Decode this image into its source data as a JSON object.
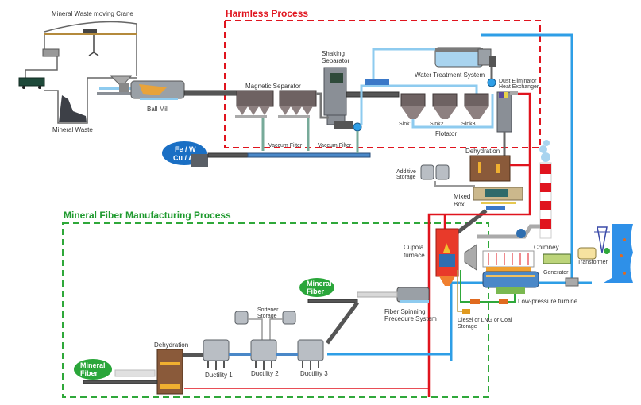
{
  "sections": {
    "harmless": {
      "title": "Harmless Process",
      "color": "#e0141e"
    },
    "mineral_fiber": {
      "title": "Mineral Fiber Manufacturing Process",
      "color": "#1e9a2e"
    }
  },
  "labels": {
    "crane": "Mineral Waste moving Crane",
    "mineral_waste": "Mineral Waste",
    "ball_mill": "Ball Mill",
    "magnetic_separator": "Magnetic Separator",
    "shaking_separator_1": "Shaking",
    "shaking_separator_2": "Separator",
    "water_treatment": "Water Treatment System",
    "dust_eliminator_1": "Dust Eliminator",
    "dust_eliminator_2": "Heat Exchanger",
    "sink1": "Sink1",
    "sink2": "Sink2",
    "sink3": "Sink3",
    "flotator": "Flotator",
    "vaccum_filter_1": "Vaccum Filter",
    "vaccum_filter_2": "Vaccum Filter",
    "dehydration_top": "Dehydration",
    "additive_storage_1": "Additive",
    "additive_storage_2": "Storage",
    "mixed_box_1": "Mixed",
    "mixed_box_2": "Box",
    "cupola_1": "Cupola",
    "cupola_2": "furnace",
    "chimney": "Chimney",
    "transformer": "Transformer",
    "generator": "Generator",
    "low_pressure_turbine": "Low-pressure turbine",
    "fiber_spinning_1": "Fiber Spinning",
    "fiber_spinning_2": "Precedure System",
    "fuel_storage_1": "Diesel or LNG or Coal",
    "fuel_storage_2": "Storage",
    "softener_1": "Softener",
    "softener_2": "Storage",
    "dehydration_bottom": "Dehydration",
    "ductility1": "Ductility 1",
    "ductility2": "Ductility 2",
    "ductility3": "Ductility 3"
  },
  "bubbles": {
    "metals_1": "Fe / W",
    "metals_2": "Cu / Au",
    "fiber_mid_1": "Mineral",
    "fiber_mid_2": "Fiber",
    "fiber_low_1": "Mineral",
    "fiber_low_2": "Fiber"
  },
  "colors": {
    "metals_bubble": "#1a6fc4",
    "fiber_bubble": "#2aa63a",
    "water_pipe": "#2e9ee6",
    "heat_pipe": "#e0141e"
  }
}
